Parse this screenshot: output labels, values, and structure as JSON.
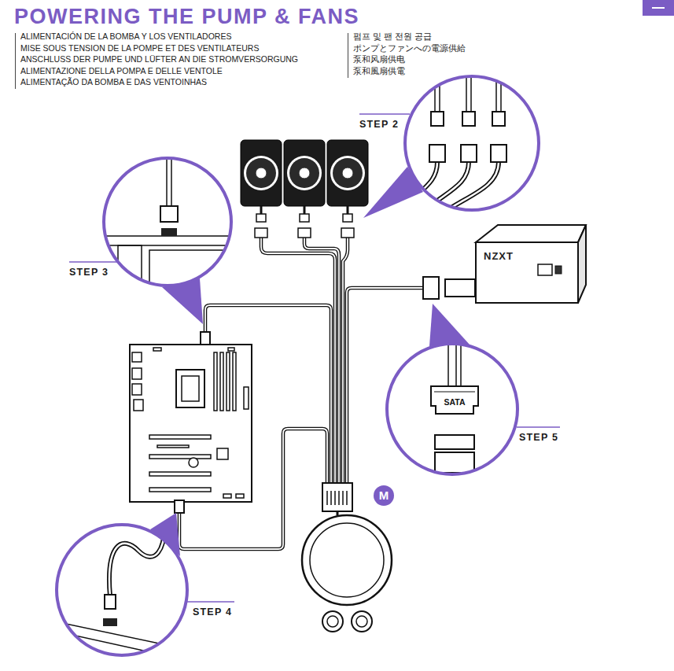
{
  "diagram": {
    "title": "POWERING THE PUMP & FANS",
    "nodes": [
      {
        "text": [
          "STEP 2"
        ]
      },
      {
        "text": [
          "STEP 3"
        ]
      },
      {
        "text": [
          "NZXT"
        ]
      },
      {
        "text": [
          "STEP 5"
        ]
      },
      {
        "text": [
          "SATA"
        ],
        "in": 3
      },
      {
        "text": [
          "M"
        ]
      },
      {
        "text": [
          "STEP 4"
        ]
      }
    ],
    "labels": [
      "ALIMENTACIÓN DE LA BOMBA Y LOS VENTILADORES",
      "MISE SOUS TENSION DE LA POMPE ET DES VENTILATEURS",
      "ANSCHLUSS DER PUMPE UND LÜFTER AN DIE STROMVERSORGUNG",
      "ALIMENTAZIONE DELLA POMPA E DELLE VENTOLE",
      "ALIMENTAÇÃO DA BOMBA E DAS VENTOINHAS",
      "펌프 및 팬 전원 공급",
      "ポンプとファンへの電源供給",
      "泵和风扇供电",
      "泵和風扇供電"
    ]
  }
}
